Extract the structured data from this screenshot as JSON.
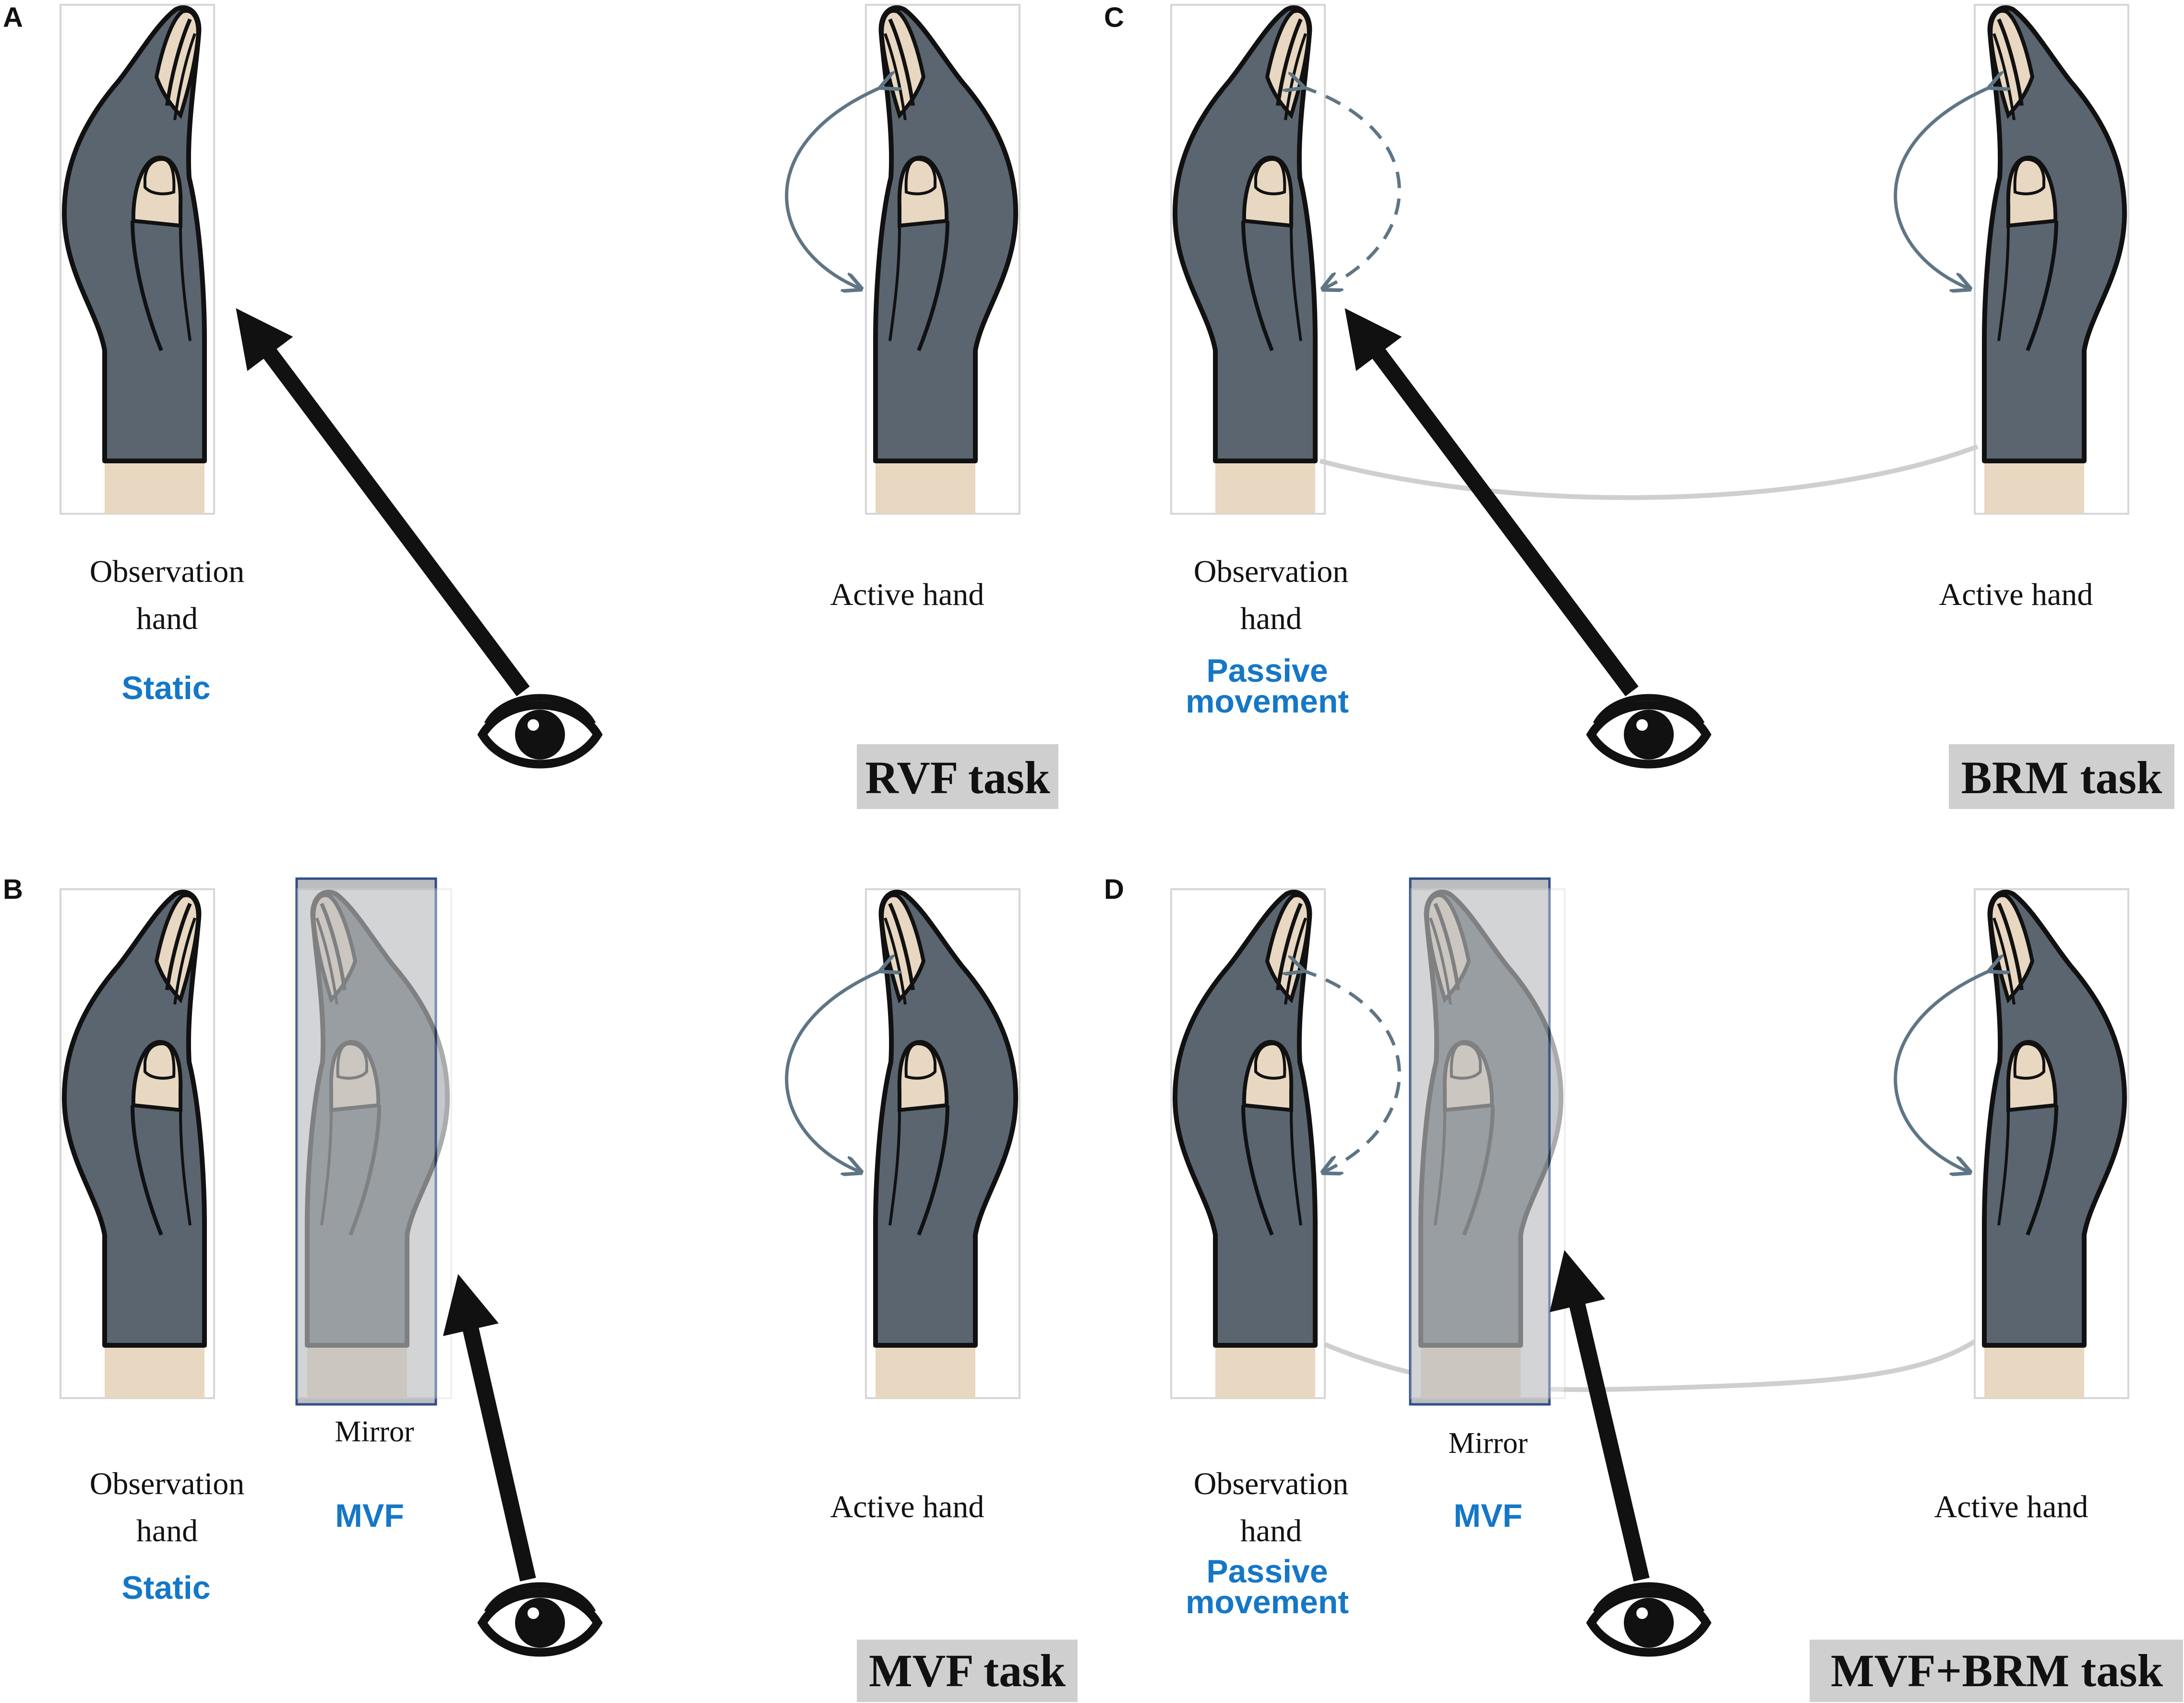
{
  "panels": {
    "a": {
      "letter": "A",
      "observation_label_1": "Observation",
      "observation_label_2": "hand",
      "state": "Static",
      "active_label": "Active hand",
      "task": "RVF task"
    },
    "b": {
      "letter": "B",
      "observation_label_1": "Observation",
      "observation_label_2": "hand",
      "state": "Static",
      "mirror_label": "Mirror",
      "mirror_feedback": "MVF",
      "active_label": "Active hand",
      "task": "MVF task"
    },
    "c": {
      "letter": "C",
      "observation_label_1": "Observation",
      "observation_label_2": "hand",
      "state_1": "Passive",
      "state_2": "movement",
      "active_label": "Active hand",
      "task": "BRM task"
    },
    "d": {
      "letter": "D",
      "observation_label_1": "Observation",
      "observation_label_2": "hand",
      "state_1": "Passive",
      "state_2": "movement",
      "mirror_label": "Mirror",
      "mirror_feedback": "MVF",
      "active_label": "Active hand",
      "task": "MVF+BRM task"
    }
  },
  "colors": {
    "glove": "#5a6570",
    "skin": "#e8d7c1",
    "accent_blue": "#1577c7",
    "task_box": "#cfcfcf",
    "mirror": "#bcbdc0",
    "arrow_curve": "#5f7585",
    "link_curve": "#cfcfcf"
  },
  "icons": [
    "eye-icon",
    "gaze-arrow-icon",
    "movement-arrow-icon",
    "hand-icon"
  ]
}
